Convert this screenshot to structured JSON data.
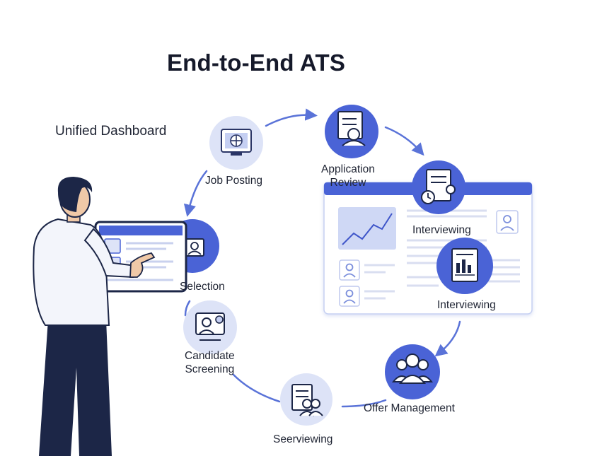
{
  "title": "End-to-End ATS",
  "dashboard_label": "Unified Dashboard",
  "stages": {
    "job_posting": "Job Posting",
    "application_review_line1": "Application",
    "application_review_line2": "Review",
    "interviewing_top": "Interviewing",
    "interviewing_main": "Interviewing",
    "offer_management": "Offer Management",
    "seerviewing": "Seerviewing",
    "candidate_screening_line1": "Candidate",
    "candidate_screening_line2": "Screening",
    "selection": "Selection"
  },
  "colors": {
    "accent": "#4a63d6",
    "accent_light": "#dde3f7",
    "arrow": "#5a73d8",
    "dark_navy": "#1c2647",
    "shirt": "#f3f5fb"
  },
  "icons": [
    "monitor-icon",
    "document-person-icon",
    "document-clock-icon",
    "bar-chart-document-icon",
    "group-icon",
    "document-group-icon",
    "chat-person-icon",
    "person-card-icon",
    "trend-chart-icon",
    "avatar-icon"
  ]
}
